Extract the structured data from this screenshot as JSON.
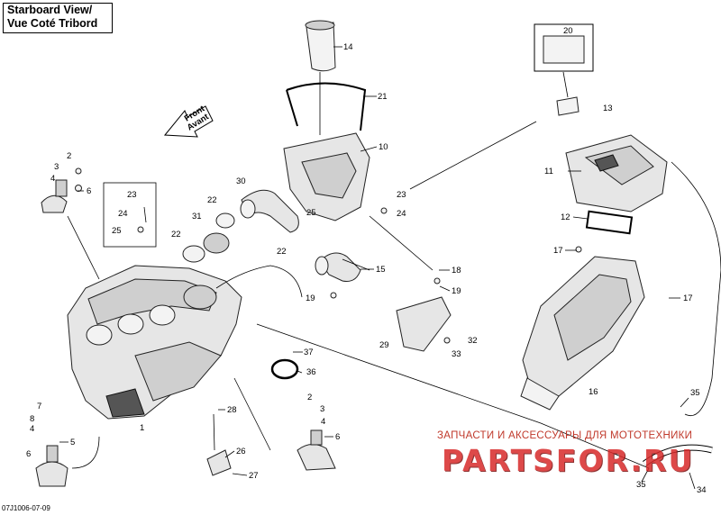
{
  "title": {
    "line1": "Starboard View/",
    "line2": "Vue Coté Tribord"
  },
  "front_label": {
    "line1": "Front",
    "line2": "Avant"
  },
  "doc_number": "07J1006-07-09",
  "watermark": {
    "line1": "ЗАПЧАСТИ И АКСЕССУАРЫ ДЛЯ МОТОТЕХНИКИ",
    "line2": "PARTSFOR.RU"
  },
  "callouts": {
    "c1": "1",
    "c2a": "2",
    "c3a": "3",
    "c4a": "4",
    "c6a": "6",
    "c23a": "23",
    "c24a": "24",
    "c25a": "25",
    "c30": "30",
    "c22a": "22",
    "c31": "31",
    "c22b": "22",
    "c22c": "22",
    "c25b": "25",
    "c14": "14",
    "c21": "21",
    "c10": "10",
    "c23b": "23",
    "c24b": "24",
    "c20": "20",
    "c13": "13",
    "c11": "11",
    "c12": "12",
    "c17a": "17",
    "c17b": "17",
    "c16": "16",
    "c15": "15",
    "c18": "18",
    "c19a": "19",
    "c19b": "19",
    "c29": "29",
    "c32": "32",
    "c33": "33",
    "c37": "37",
    "c36": "36",
    "c2b": "2",
    "c3b": "3",
    "c4b": "4",
    "c6b": "6",
    "c7": "7",
    "c8": "8",
    "c4c": "4",
    "c5": "5",
    "c6c": "6",
    "c28": "28",
    "c26": "26",
    "c27": "27",
    "c35a": "35",
    "c35b": "35",
    "c34": "34"
  }
}
